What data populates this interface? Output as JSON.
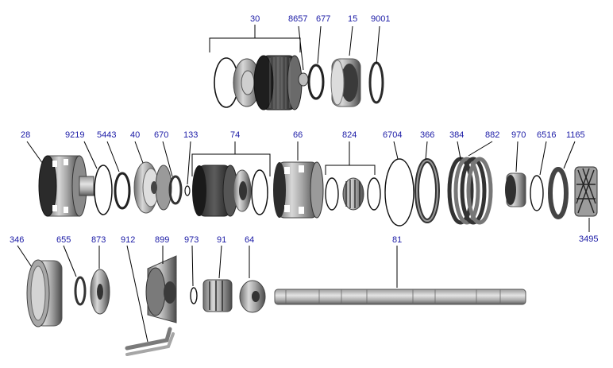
{
  "callouts": {
    "c30": "30",
    "c8657": "8657",
    "c677": "677",
    "c15": "15",
    "c9001": "9001",
    "c28": "28",
    "c9219": "9219",
    "c5443": "5443",
    "c40": "40",
    "c670": "670",
    "c133": "133",
    "c74": "74",
    "c66": "66",
    "c824": "824",
    "c6704": "6704",
    "c366": "366",
    "c384": "384",
    "c882": "882",
    "c970": "970",
    "c6516": "6516",
    "c1165": "1165",
    "c3495": "3495",
    "c346": "346",
    "c655": "655",
    "c873": "873",
    "c912": "912",
    "c899": "899",
    "c973": "973",
    "c91": "91",
    "c64": "64",
    "c81": "81"
  },
  "colors": {
    "callout_text": "#1a1aa6",
    "leader_line": "#000000",
    "part_light": "#c8c8c8",
    "part_mid": "#8a8a8a",
    "part_dark": "#3c3c3c"
  }
}
